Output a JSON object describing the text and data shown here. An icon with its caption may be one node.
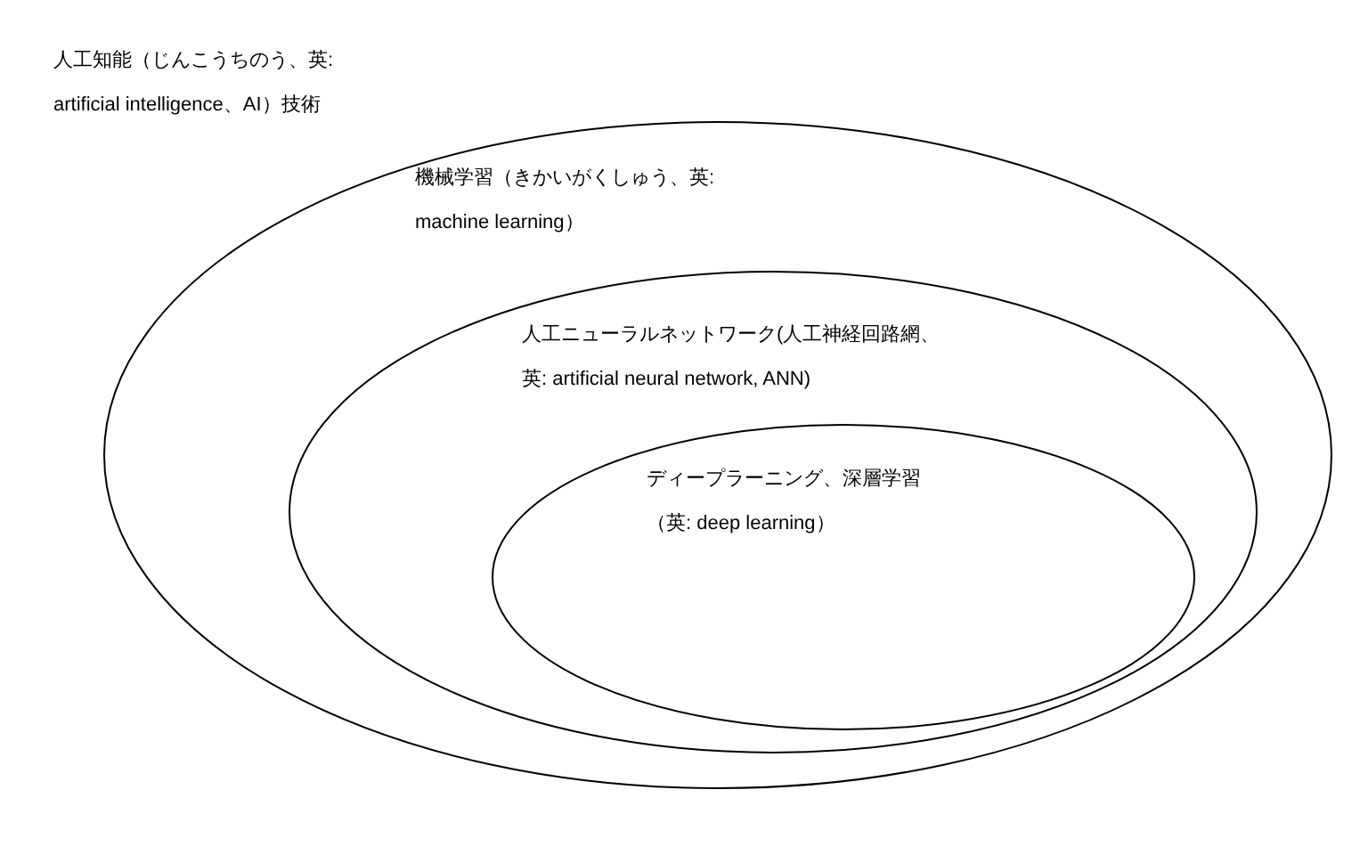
{
  "diagram": {
    "title": "人工知能（じんこうちのう、英: artificial intelligence、AI）技術",
    "nodes": [
      {
        "text": [
          "機械学習（きかいがくしゅう、英: machine learning）"
        ]
      },
      {
        "text": [
          "人工ニューラルネットワーク(人工神経回路網、英: artificial neural network, ANN)"
        ],
        "in": 0
      },
      {
        "text": [
          "ディープラーニング、深層学習（英: deep learning）"
        ],
        "in": 1
      }
    ]
  }
}
